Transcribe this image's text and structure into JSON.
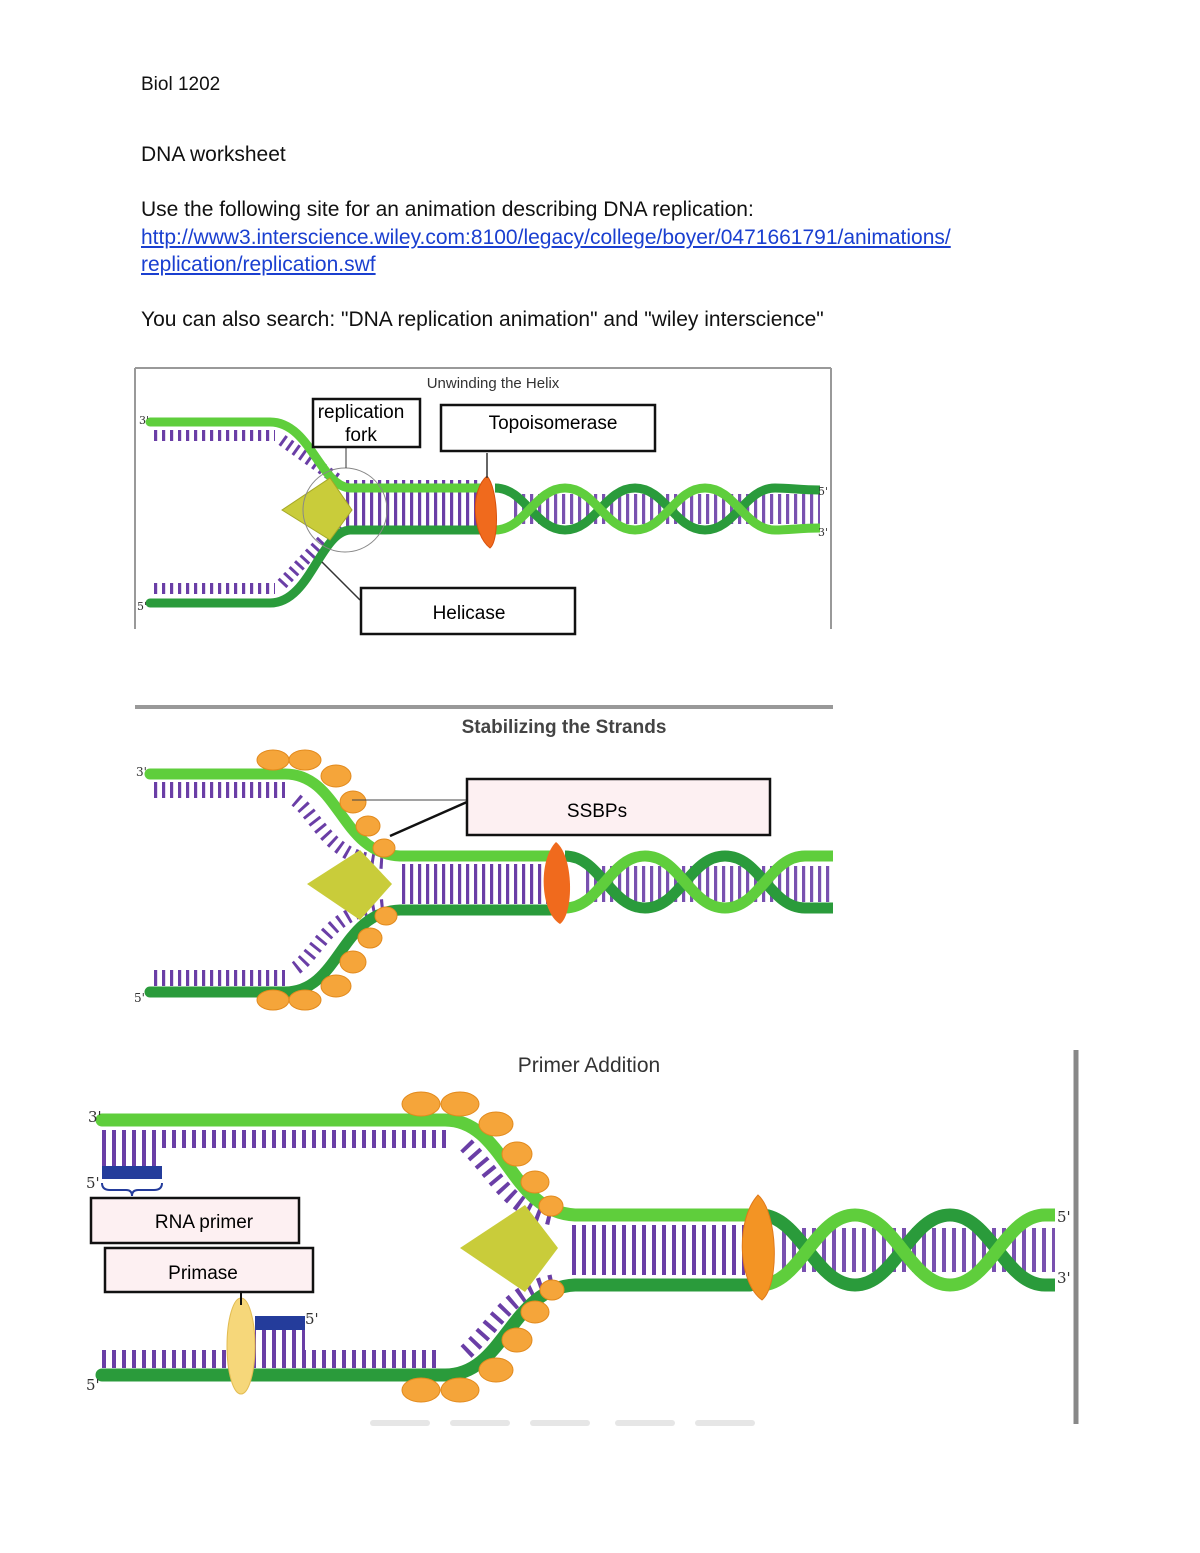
{
  "header": {
    "course": "Biol 1202",
    "title": "DNA worksheet",
    "intro": "Use the following site for an animation describing DNA replication:",
    "url_line1": "http://www3.interscience.wiley.com:8100/legacy/college/boyer/0471661791/animations/",
    "url_line2": "replication/replication.swf",
    "search_hint": "You can also search: \"DNA replication animation\" and \"wiley interscience\""
  },
  "figure1": {
    "title": "Unwinding the Helix",
    "end_top_left": "3'",
    "end_bottom_left": "5'",
    "end_right_top": "5'",
    "end_right_bottom": "3'",
    "label_fork_line1": "replication",
    "label_fork_line2": "fork",
    "label_topoisomerase": "Topoisomerase",
    "label_helicase": "Helicase"
  },
  "figure2": {
    "title": "Stabilizing the Strands",
    "end_top_left": "3'",
    "end_bottom_left": "5'",
    "label_ssbps": "SSBPs"
  },
  "figure3": {
    "title": "Primer Addition",
    "end_top_left": "3'",
    "end_primer_left": "5'",
    "end_bottom_left": "5'",
    "end_right_top": "5'",
    "end_right_bottom": "3'",
    "end_primer2": "5'",
    "label_rna_primer": "RNA primer",
    "label_primase": "Primase"
  },
  "colors": {
    "strand_light": "#5fce3c",
    "strand_dark": "#2a9b3b",
    "base": "#6a3ea6",
    "helicase": "#c9cc3a",
    "topoisomerase": "#f06a1d",
    "ssbp": "#f5a53a",
    "primer": "#243c9b",
    "primase": "#f6d77a",
    "link": "#1a3fd0",
    "label_pink": "#fdf0f2"
  }
}
